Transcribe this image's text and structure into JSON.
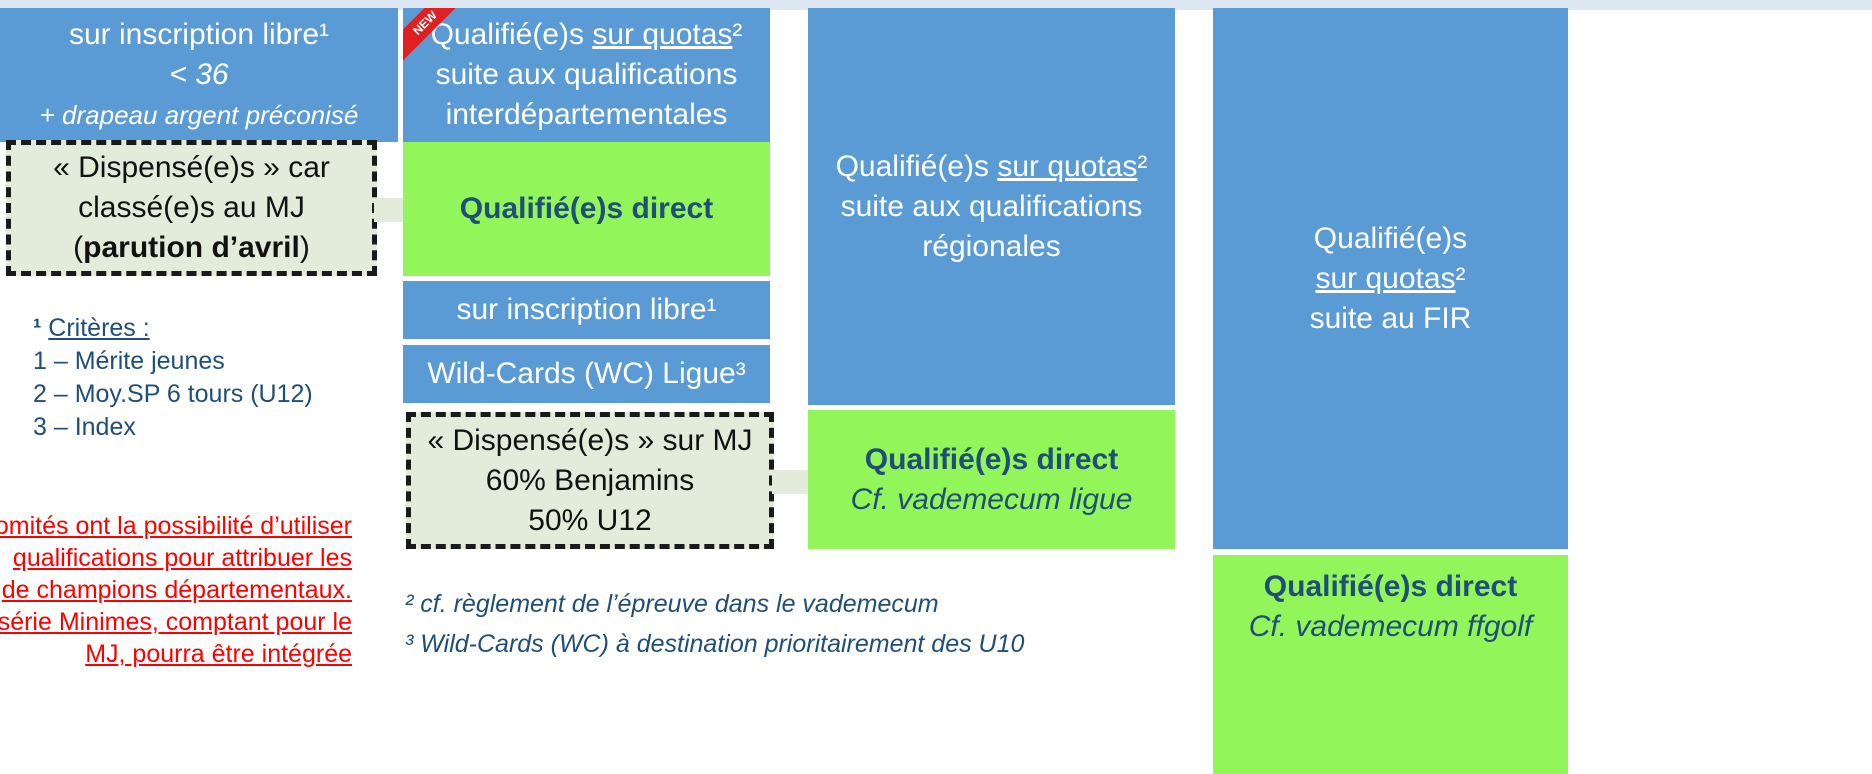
{
  "col1": {
    "top": {
      "line1": "sur inscription libre¹",
      "line2": "< 36",
      "line3": "+ drapeau argent préconisé"
    },
    "dispense": {
      "line1": "« Dispensé(e)s » car",
      "line2": "classé(e)s au MJ",
      "paren_open": "(",
      "bold": "parution d’avril",
      "paren_close": ")"
    }
  },
  "criteria": {
    "sup": "¹",
    "title": "Critères :",
    "items": [
      "1 – Mérite jeunes",
      "2 – Moy.SP 6 tours (U12)",
      "3 – Index"
    ]
  },
  "red_note": {
    "lines": [
      "comités ont la possibilité d’utiliser",
      "qualifications pour attribuer les",
      "de champions départementaux.",
      "série Minimes, comptant pour le",
      "MJ, pourra être intégrée"
    ]
  },
  "col2": {
    "badge": "NEW",
    "top": {
      "pre": "Qualifié(e)s ",
      "underline": "sur quotas",
      "sup": "²",
      "line2": "suite aux qualifications",
      "line3": "interdépartementales"
    },
    "direct": "Qualifié(e)s direct",
    "libre": "sur inscription libre¹",
    "wildcards": "Wild-Cards (WC) Ligue³",
    "dispense": {
      "line1": "« Dispensé(e)s » sur MJ",
      "line2": "60% Benjamins",
      "line3": "50% U12"
    }
  },
  "col3": {
    "top": {
      "pre": "Qualifié(e)s ",
      "underline": "sur quotas",
      "sup": "²",
      "line2": "suite aux qualifications",
      "line3": "régionales"
    },
    "direct": {
      "line1": "Qualifié(e)s direct",
      "line2": "Cf. vademecum ligue"
    }
  },
  "col4": {
    "top": {
      "line1": "Qualifié(e)s",
      "underline": "sur quotas",
      "sup": "²",
      "line3": "suite au FIR"
    },
    "direct": {
      "line1": "Qualifié(e)s direct",
      "line2": "Cf. vademecum ffgolf"
    }
  },
  "footnotes": {
    "f2": "² cf. règlement de l’épreuve dans le vademecum",
    "f3": "³ Wild-Cards (WC) à destination prioritairement des U10"
  },
  "colors": {
    "blue": "#5b9bd5",
    "green": "#92f55a",
    "dark_blue_text": "#1f4e79",
    "red": "#ff0000"
  }
}
